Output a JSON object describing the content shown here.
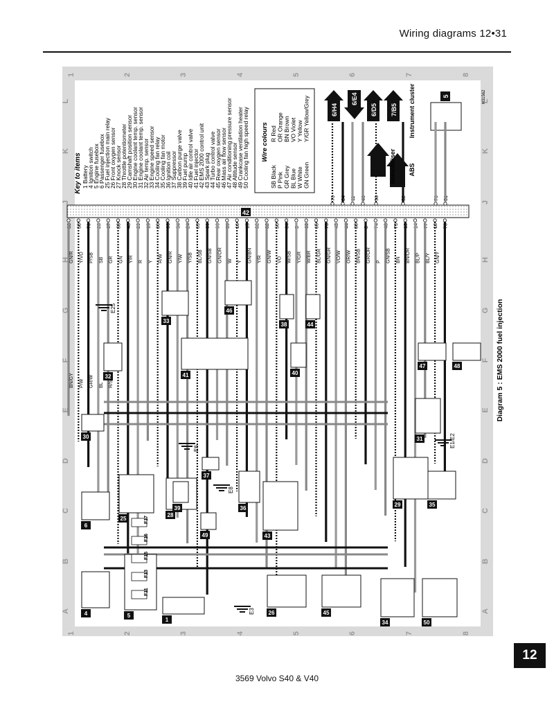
{
  "header": {
    "title": "Wiring diagrams  12•31"
  },
  "caption": "Diagram 5 : EMS 2000 fuel injection",
  "chapter_tab": "12",
  "footer": "3569 Volvo S40 & V40",
  "ref_code": "H31562",
  "grid": {
    "numbers": [
      "1",
      "2",
      "3",
      "4",
      "5",
      "6",
      "7",
      "8"
    ],
    "letters": [
      "A",
      "B",
      "C",
      "D",
      "E",
      "F",
      "G",
      "H",
      "J",
      "K",
      "L"
    ]
  },
  "key": {
    "title": "Key to items",
    "items": [
      "1   Battery",
      "4   Ignition switch",
      "5   Engine fusebox",
      "6   Passenger fusebox",
      "25  Fuel injection main relay",
      "26  Front oxygen sensor",
      "27  Knock sensor",
      "28  Throttle potentiometer",
      "29  Camshaft position sensor",
      "30  Engine coolant temp. sensor",
      "31  Engine coolant temp. sensor",
      "32  Air temp. sensor",
      "33  Engine speed sensor",
      "34  Cooling fan relay",
      "35  Cooling fan motor",
      "36  Ignition coil",
      "37  Suppressor",
      "38  Carbon purge valve",
      "39  Fuel pump",
      "40  Idle air control valve",
      "41  Fuel injector",
      "42  EMS 2000 control unit",
      "43  Spark plug",
      "44  Turbo control valve",
      "45  Rear oxygen sensor",
      "46  Mass air flow sensor",
      "47  Air conditioning pressure sensor",
      "48  Altitude sensor",
      "49  Crankcase ventilation heater",
      "50  Cooling fan high speed relay"
    ]
  },
  "wire_colours": {
    "title": "Wire colours",
    "col1": [
      "SB  Black",
      "P   Pink",
      "GR  Grey",
      "BL  Blue",
      "W   White",
      "GN  Green"
    ],
    "col2": [
      "R   Red",
      "OR  Orange",
      "BN  Brown",
      "VO  Violet",
      "Y   Yellow",
      "Y/GR Yellow/Grey"
    ]
  },
  "references": [
    "6/H4",
    "6/E4",
    "6/D5",
    "7/B5"
  ],
  "labels": {
    "immobiliser": "Immobiliser",
    "abs": "ABS",
    "instrument_cluster": "Instrument cluster"
  },
  "ecu": {
    "id": "42",
    "pins": [
      "83",
      "58",
      "79",
      "28",
      "67",
      "33",
      "48",
      "29",
      "10",
      "30",
      "66",
      "54",
      "24",
      "69",
      "60",
      "90",
      "59",
      "16",
      "15",
      "32",
      "32",
      "50",
      "64",
      "5",
      "63",
      "65",
      "75",
      "45",
      "44",
      "38",
      "8",
      "74",
      "43",
      "73",
      "13",
      "14",
      "77",
      "18",
      "78"
    ],
    "pins_right": [
      "70",
      "34",
      "11",
      "40",
      "56",
      "52",
      "76",
      "51"
    ]
  },
  "grounds": [
    "E25",
    "E6",
    "E8",
    "E1/E2",
    "E3"
  ],
  "components": [
    "1",
    "4",
    "5",
    "6",
    "25",
    "26",
    "27",
    "28",
    "29",
    "30",
    "31",
    "32",
    "33",
    "34",
    "35",
    "36",
    "37",
    "38",
    "39",
    "40",
    "41",
    "42",
    "43",
    "44",
    "45",
    "46",
    "47",
    "48",
    "49",
    "50"
  ],
  "fuses": [
    "F11",
    "F13",
    "F15",
    "F16",
    "F17"
  ],
  "wire_labels": [
    "GN/R",
    "Y/VO",
    "P/SB",
    "SB",
    "GR",
    "GN",
    "Y/R",
    "R",
    "Y",
    "R/W",
    "GN/R",
    "Y/W",
    "Y/SB",
    "BL/SB",
    "GN/SB",
    "GN/OR",
    "W",
    "Y",
    "GN/BN",
    "Y/R",
    "GN/W",
    "VO",
    "W/SB",
    "Y/GR",
    "W/BR",
    "BL/GR",
    "GN/GR",
    "VO/W",
    "OR/W",
    "BN/SB",
    "GR/OR",
    "P",
    "GN/SB",
    "BN",
    "BN/OR",
    "BL/P",
    "BL/Y",
    "GN/Y",
    "BN/GY",
    "P/W",
    "GR/W",
    "BL",
    "R/SB"
  ]
}
